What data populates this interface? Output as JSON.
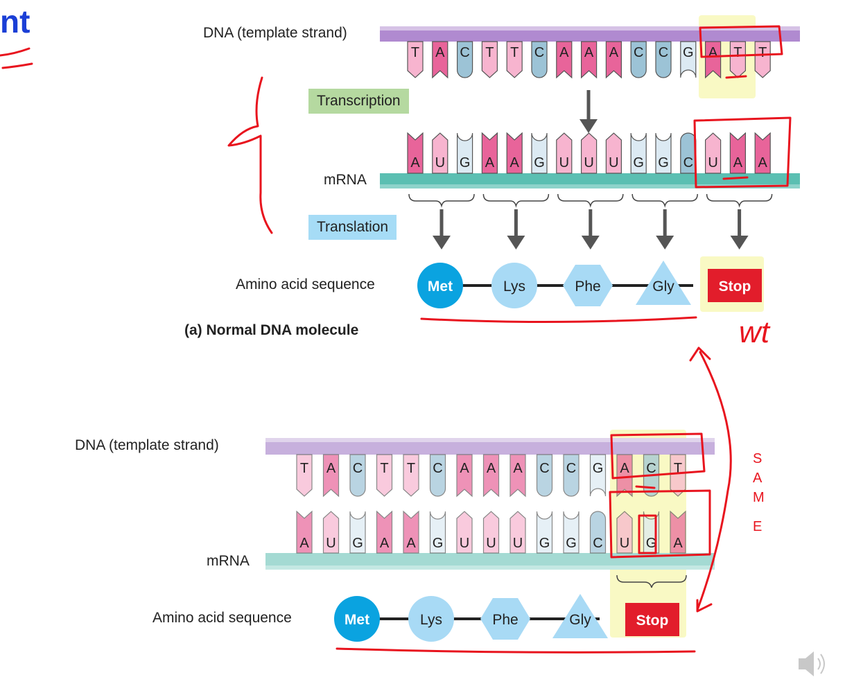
{
  "slide": {
    "title_fragment": "nt"
  },
  "top": {
    "dna_label": "DNA (template strand)",
    "dna_bases": [
      "T",
      "A",
      "C",
      "T",
      "T",
      "C",
      "A",
      "A",
      "A",
      "C",
      "C",
      "G",
      "A",
      "T",
      "T"
    ],
    "transcription_label": "Transcription",
    "mrna_label": "mRNA",
    "mrna_bases": [
      "A",
      "U",
      "G",
      "A",
      "A",
      "G",
      "U",
      "U",
      "U",
      "G",
      "G",
      "C",
      "U",
      "A",
      "A"
    ],
    "translation_label": "Translation",
    "amino_label": "Amino acid sequence",
    "amino_acids": [
      "Met",
      "Lys",
      "Phe",
      "Gly"
    ],
    "stop_label": "Stop",
    "caption": "(a) Normal DNA molecule"
  },
  "bottom": {
    "dna_label": "DNA (template strand)",
    "dna_bases": [
      "T",
      "A",
      "C",
      "T",
      "T",
      "C",
      "A",
      "A",
      "A",
      "C",
      "C",
      "G",
      "A",
      "C",
      "T"
    ],
    "mrna_label": "mRNA",
    "mrna_bases": [
      "A",
      "U",
      "G",
      "A",
      "A",
      "G",
      "U",
      "U",
      "U",
      "G",
      "G",
      "C",
      "U",
      "G",
      "A"
    ],
    "amino_label": "Amino acid sequence",
    "amino_acids": [
      "Met",
      "Lys",
      "Phe",
      "Gly"
    ],
    "stop_label": "Stop"
  },
  "annotations": {
    "wt": "wt",
    "same": [
      "S",
      "A",
      "M",
      "E"
    ]
  },
  "icons": {
    "audio": "speaker-icon"
  },
  "colors": {
    "A": "#e8649a",
    "T": "#f7b4cf",
    "U": "#f7b4cf",
    "C": "#9cc3d6",
    "G": "#dceaf3",
    "backbone_dna": "#b08ad0",
    "backbone_mrna": "#5bbfb2",
    "met": "#0aa3e0",
    "aa_light": "#a8daf5",
    "stop": "#e21d2b",
    "transcription_box": "#b5d9a0",
    "translation_box": "#a6dcf6",
    "annotation_red": "#e8141e"
  }
}
